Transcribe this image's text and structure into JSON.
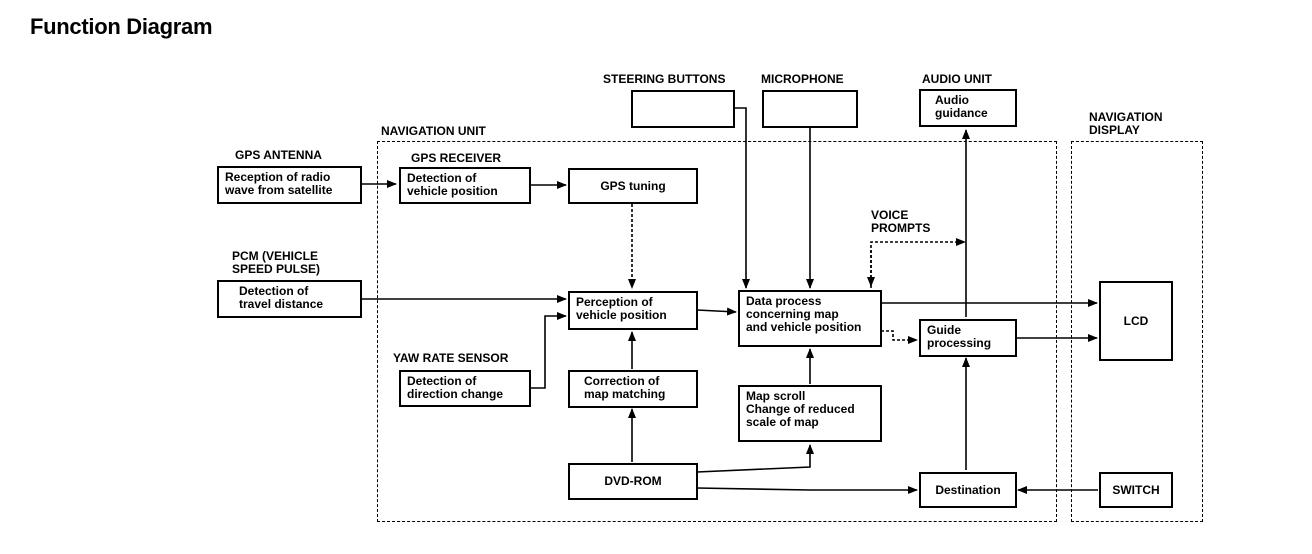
{
  "title": "Function Diagram",
  "labels": {
    "gps_antenna": "GPS ANTENNA",
    "pcm": "PCM (VEHICLE\nSPEED PULSE)",
    "navigation_unit": "NAVIGATION UNIT",
    "gps_receiver": "GPS RECEIVER",
    "yaw_rate_sensor": "YAW RATE SENSOR",
    "steering_buttons": "STEERING BUTTONS",
    "microphone": "MICROPHONE",
    "audio_unit": "AUDIO UNIT",
    "voice_prompts": "VOICE\nPROMPTS",
    "navigation_display": "NAVIGATION\nDISPLAY"
  },
  "boxes": {
    "reception": "Reception of radio\nwave from satellite",
    "detection_position": "Detection of\nvehicle position",
    "gps_tuning": "GPS tuning",
    "detection_distance": "Detection of\ntravel distance",
    "perception": "Perception of\nvehicle position",
    "detection_direction": "Detection of\ndirection change",
    "correction": "Correction of\nmap matching",
    "dvd_rom": "DVD-ROM",
    "data_process": "Data process\nconcerning map\nand vehicle position",
    "map_scroll": "Map scroll\nChange of reduced\nscale of map",
    "guide": "Guide\nprocessing",
    "destination": "Destination",
    "audio_guidance": "Audio\nguidance",
    "lcd": "LCD",
    "switch": "SWITCH"
  }
}
